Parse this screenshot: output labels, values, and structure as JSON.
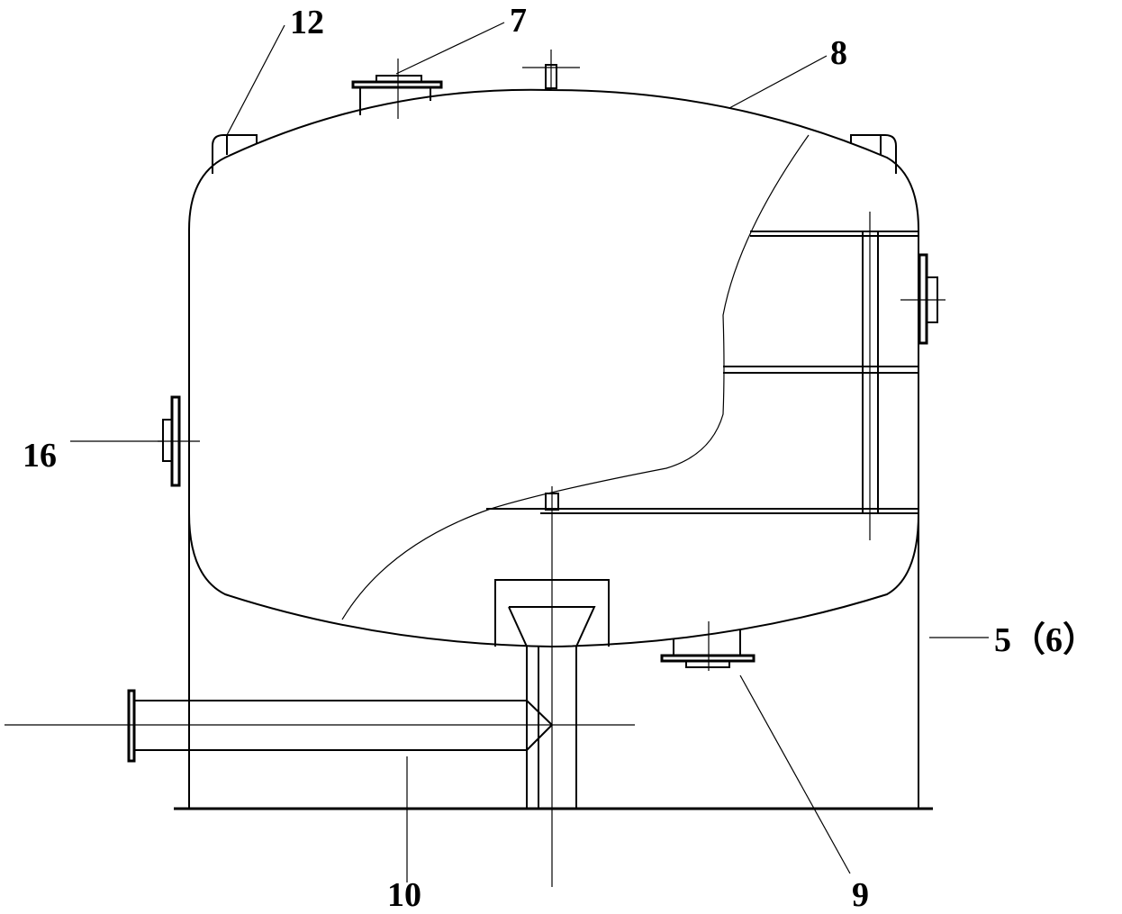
{
  "labels": {
    "part_12": "12",
    "part_7": "7",
    "part_8": "8",
    "part_16": "16",
    "part_5_6": "5（6）",
    "part_9": "9",
    "part_10": "10"
  }
}
